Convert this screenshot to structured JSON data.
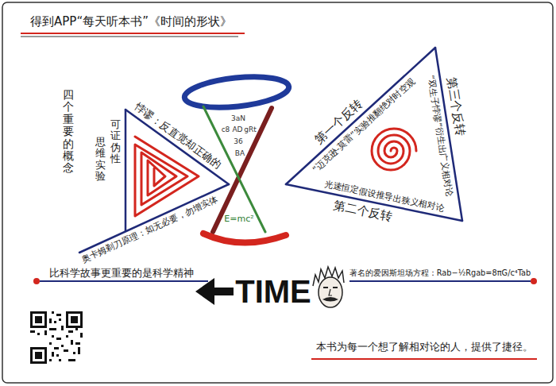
{
  "diagram": {
    "title": "得到APP“每天听本书”《时间的形状》",
    "caption": "本书为每一个想了解相对论的人，提供了捷径。",
    "nodes": [
      {
        "text": [
          "四个重要的概念",
          "悖谬：反直觉却正确的",
          "可证伪性",
          "思维实验",
          "奥卡姆剃刀原理：如无必要，勿增实体"
        ]
      },
      {
        "text": [
          "第一个反转",
          "“迈克逊-莫雷”实验推翻绝对时空观",
          "第三个反转",
          "“双生子悖谬”衍生出广义相对论",
          "光速恒定假设推导出狭义相对论",
          "第二个反转"
        ]
      }
    ],
    "labels": [
      "3aN",
      "c8",
      "AD",
      "gRt",
      "36",
      "BA",
      "E=mc²",
      "比科学故事更重要的是科学精神",
      "TIME",
      "著名的爱因斯坦场方程：Rab−½Rgab=8πG/c⁴Tab"
    ]
  }
}
